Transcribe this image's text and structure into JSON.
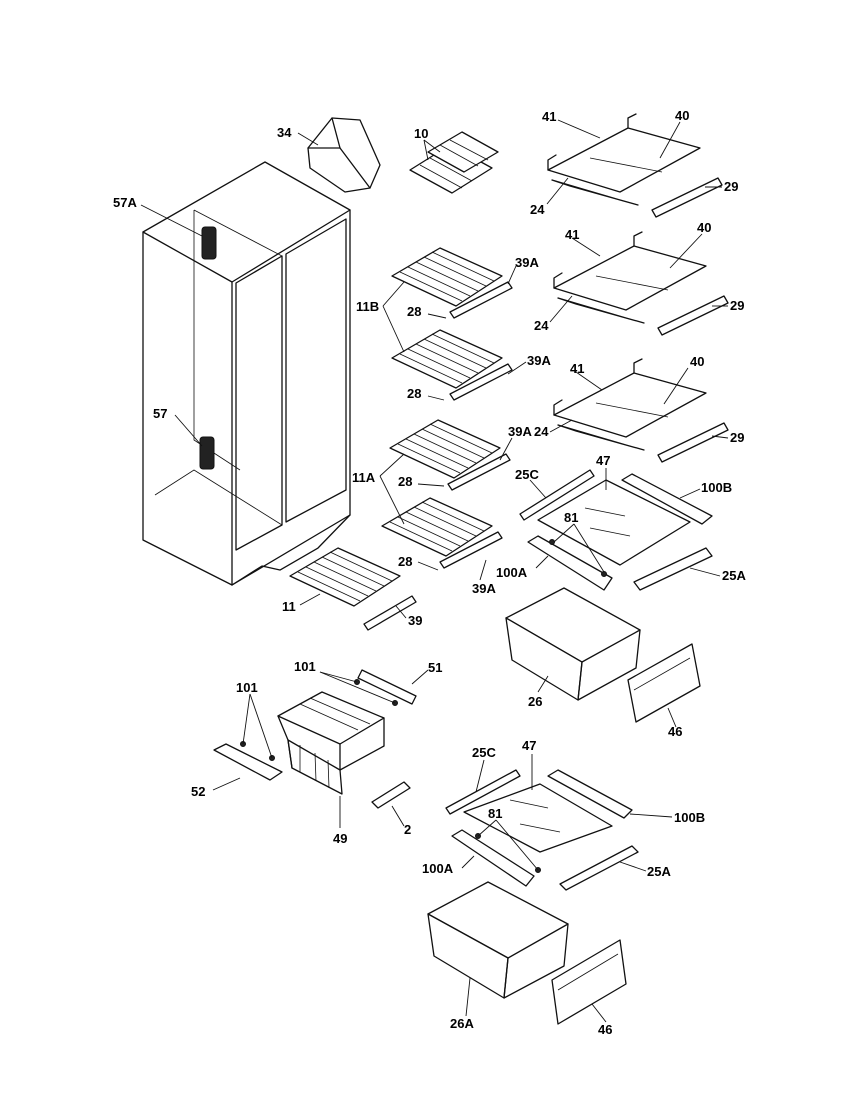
{
  "callouts": {
    "c34": "34",
    "c10": "10",
    "c41a": "41",
    "c40a": "40",
    "c24a": "24",
    "c29a": "29",
    "c57A": "57A",
    "c41b": "41",
    "c40b": "40",
    "c39Aa": "39A",
    "c11B": "11B",
    "c28a": "28",
    "c24b": "24",
    "c29b": "29",
    "c39Ab": "39A",
    "c28b": "28",
    "c41c": "41",
    "c40c": "40",
    "c57": "57",
    "c24c": "24",
    "c29c": "29",
    "c39Ac": "39A",
    "c11A": "11A",
    "c28c": "28",
    "c25Ca": "25C",
    "c47a": "47",
    "c100Ba": "100B",
    "c81a": "81",
    "c28d": "28",
    "c100Aa": "100A",
    "c25Aa": "25A",
    "c39Ad": "39A",
    "c11": "11",
    "c39": "39",
    "c26": "26",
    "c46a": "46",
    "c101a": "101",
    "c51": "51",
    "c101b": "101",
    "c52": "52",
    "c49": "49",
    "c2": "2",
    "c25Cb": "25C",
    "c47b": "47",
    "c100Bb": "100B",
    "c81b": "81",
    "c100Ab": "100A",
    "c25Ab": "25A",
    "c26A": "26A",
    "c46b": "46"
  }
}
